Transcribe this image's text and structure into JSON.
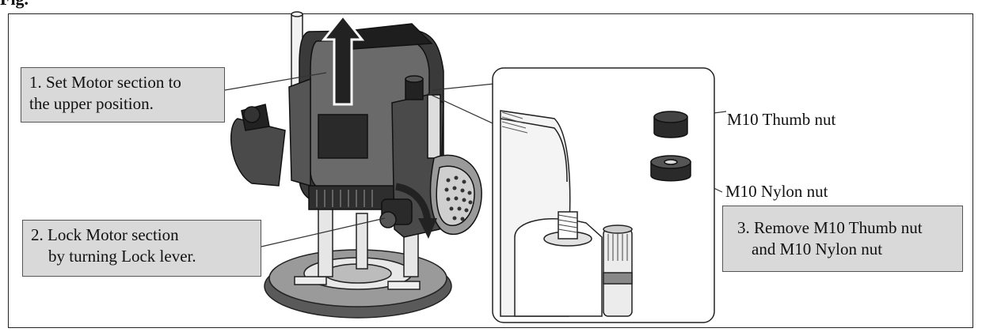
{
  "figure": {
    "label": "Fig."
  },
  "callouts": {
    "step1": [
      "1. Set Motor section to",
      "the upper position."
    ],
    "step2": [
      "2. Lock Motor section",
      "by turning Lock lever."
    ],
    "step3": [
      "3. Remove M10 Thumb nut",
      "and M10 Nylon nut"
    ]
  },
  "labels": {
    "thumb_nut": "M10 Thumb nut",
    "nylon_nut": "M10 Nylon nut"
  },
  "colors": {
    "callout_fill": "#d9d9d9",
    "tool_body": "#3a3a3a",
    "tool_dark": "#1e1e1e"
  }
}
